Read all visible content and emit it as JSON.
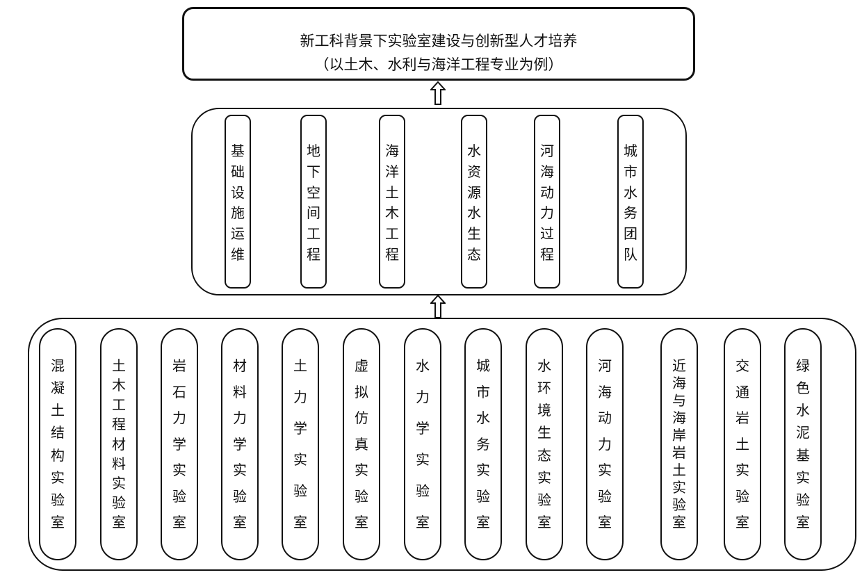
{
  "goal": {
    "line1": "新工科背景下实验室建设与创新型人才培养",
    "line2": "（以土木、水利与海洋工程专业为例）"
  },
  "teams": [
    "基础设施运维",
    "地下空间工程",
    "海洋土木工程",
    "水资源水生态",
    "河海动力过程",
    "城市水务团队"
  ],
  "labs": [
    "混凝土结构实验室",
    "土木工程材料实验室",
    "岩石力学实验室",
    "材料力学实验室",
    "土力学实验室",
    "虚拟仿真实验室",
    "水力学实验室",
    "城市水务实验室",
    "水环境生态实验室",
    "河海动力实验室",
    "近海与海岸岩土实验室",
    "交通岩土实验室",
    "绿色水泥基实验室"
  ]
}
